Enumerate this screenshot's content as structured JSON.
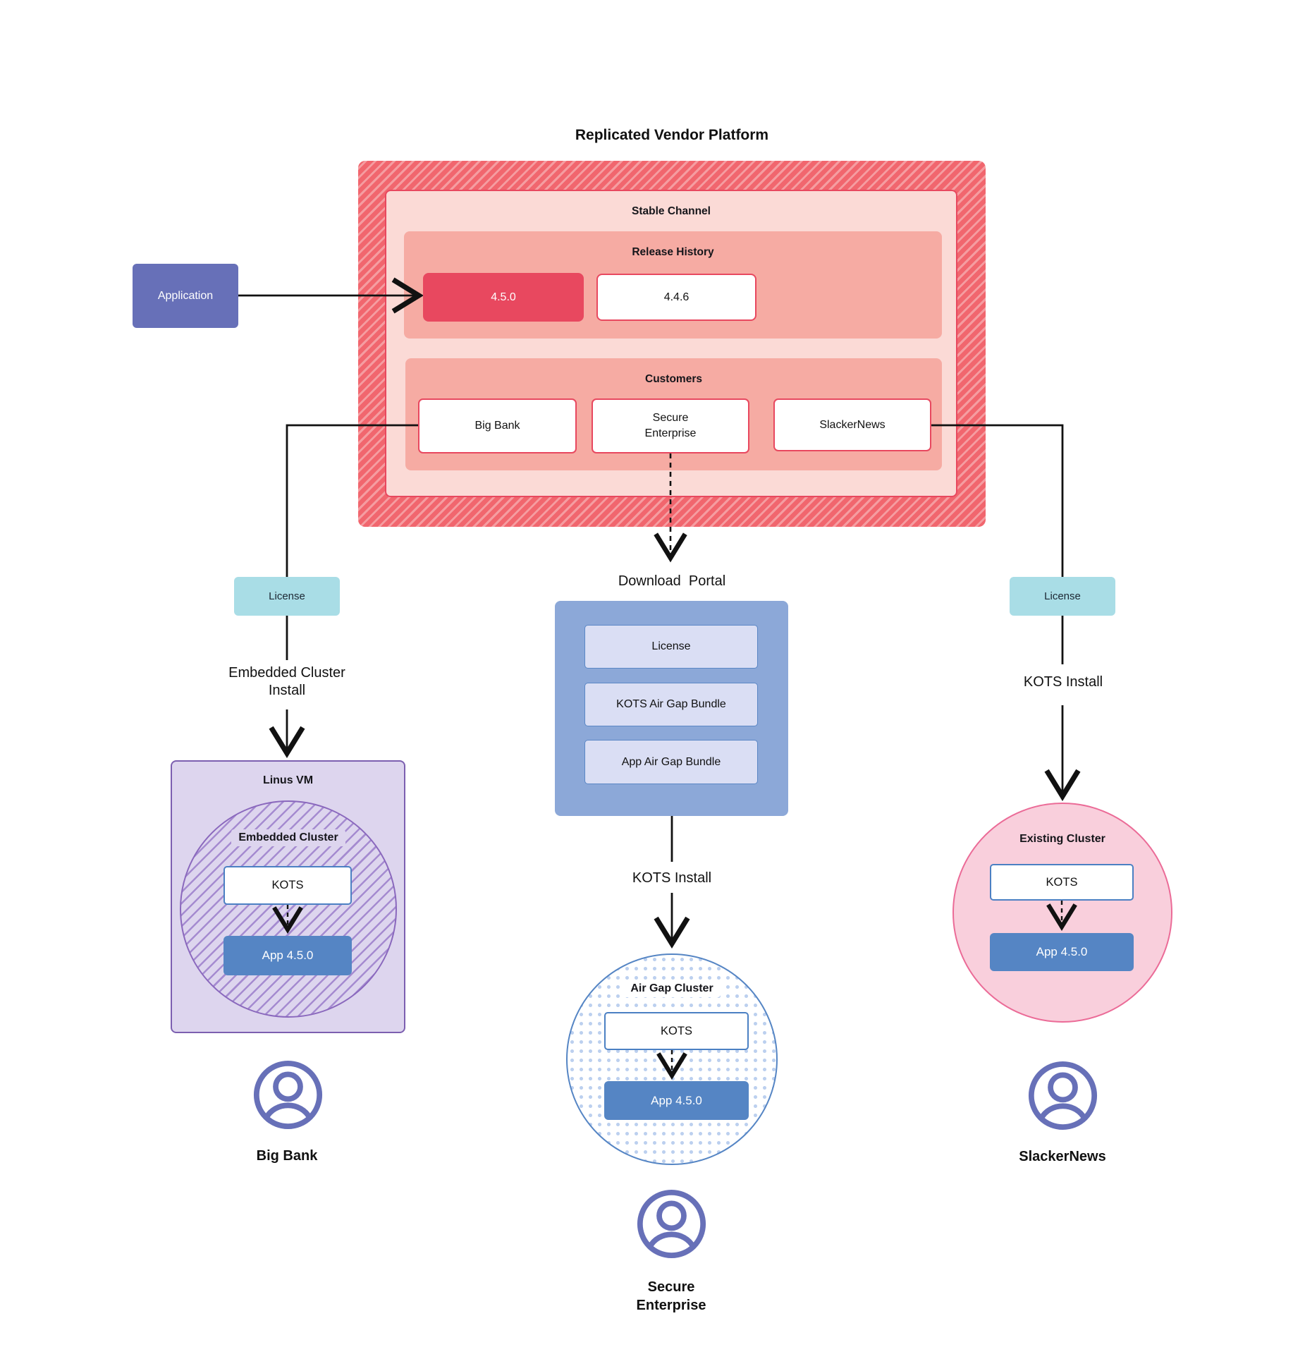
{
  "title": "Replicated Vendor Platform",
  "colors": {
    "red_accent": "#e8485f",
    "salmon": "#f6aba3",
    "light_pink": "#fbdad6",
    "hatch_red_dark": "#f1666e",
    "hatch_red_light": "#f59da1",
    "indigo": "#6770b8",
    "teal": "#a9dde6",
    "portal_blue": "#8ca8d8",
    "portal_item_fill": "#dadef4",
    "kots_border_blue": "#4b80c3",
    "app_blue": "#5585c4",
    "lavender": "#ddd5ee",
    "purple_border": "#8a68bd",
    "pink_circle_fill": "#f9cfdc",
    "pink_circle_border": "#eb6b97",
    "dot_blue": "#bcd0ef",
    "line": "#111111"
  },
  "application": {
    "label": "Application"
  },
  "platform": {
    "stable_channel": {
      "label": "Stable Channel"
    },
    "release_history": {
      "label": "Release History",
      "releases": [
        {
          "version": "4.5.0",
          "current": true
        },
        {
          "version": "4.4.6",
          "current": false
        }
      ]
    },
    "customers": {
      "label": "Customers",
      "items": [
        {
          "name": "Big Bank"
        },
        {
          "name": "Secure Enterprise"
        },
        {
          "name": "SlackerNews"
        }
      ]
    }
  },
  "download_portal": {
    "title": "Download  Portal",
    "items": [
      {
        "label": "License"
      },
      {
        "label": "KOTS Air Gap Bundle"
      },
      {
        "label": "App Air Gap Bundle"
      }
    ],
    "install_label": "KOTS Install"
  },
  "big_bank_flow": {
    "license": "License",
    "install": "Embedded Cluster Install",
    "vm": "Linus VM",
    "cluster": "Embedded Cluster",
    "kots": "KOTS",
    "app": "App 4.5.0",
    "user": "Big Bank"
  },
  "secure_enterprise_flow": {
    "cluster": "Air Gap Cluster",
    "kots": "KOTS",
    "app": "App 4.5.0",
    "user": "Secure Enterprise"
  },
  "slackernews_flow": {
    "license": "License",
    "install": "KOTS Install",
    "cluster": "Existing Cluster",
    "kots": "KOTS",
    "app": "App 4.5.0",
    "user": "SlackerNews"
  }
}
